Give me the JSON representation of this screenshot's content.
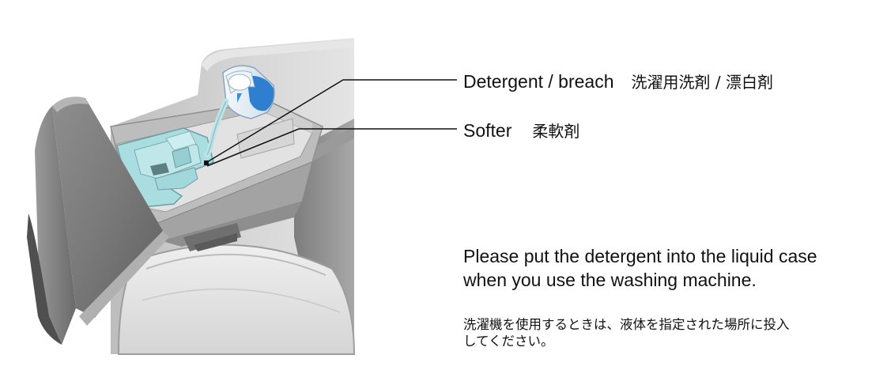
{
  "labels": {
    "detergent": {
      "en": "Detergent / breach",
      "jp": "洗濯用洗剤 / 漂白剤"
    },
    "softer": {
      "en": "Softer",
      "jp": "柔軟剤"
    }
  },
  "instruction": {
    "en_line1": "Please put the detergent into the liquid case",
    "en_line2": "when you use the washing machine.",
    "jp_line1": "洗濯機を使用するときは、液体を指定された場所に投入",
    "jp_line2": "してください。"
  },
  "colors": {
    "dispenser_water": "#a9dde0",
    "detergent_bottle_blue": "#2f7fd0",
    "machine_body": "#c9c9c9"
  }
}
